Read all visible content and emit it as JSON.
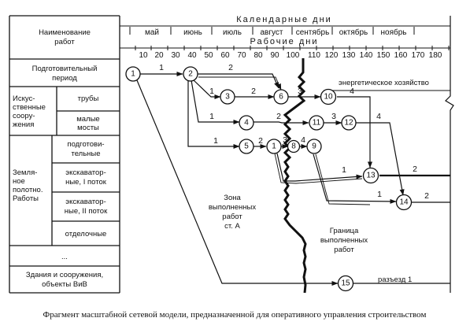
{
  "header": {
    "left_title": "Наименование работ",
    "calendar_title": "Календарные дни",
    "work_title": "Рабочие дни",
    "months": [
      "май",
      "июнь",
      "июль",
      "август",
      "сентябрь",
      "октябрь",
      "ноябрь"
    ],
    "work_ticks": [
      "10",
      "20",
      "30",
      "40",
      "50",
      "60",
      "70",
      "80",
      "90",
      "100",
      "110",
      "120",
      "130",
      "140",
      "150",
      "160",
      "170",
      "180"
    ]
  },
  "rows": {
    "prep": "Подготовительный период",
    "artificial": "Искус-ственные соору-жения",
    "pipes": "трубы",
    "bridges": "малые мосты",
    "earthwork": "Земля-ное полотно. Работы",
    "prep_work": "подготови-тельные",
    "exc1": "экскаватор-ные, I поток",
    "exc2": "экскаватор-ные, II поток",
    "finishing": "отделочные",
    "ellipsis": "...",
    "buildings": "Здания и сооружения, объекты ВиВ"
  },
  "nodes": [
    {
      "id": "n1",
      "label": "1"
    },
    {
      "id": "n2",
      "label": "2"
    },
    {
      "id": "n3",
      "label": "3"
    },
    {
      "id": "n4",
      "label": "4"
    },
    {
      "id": "n5",
      "label": "5"
    },
    {
      "id": "n6",
      "label": "6"
    },
    {
      "id": "n1b",
      "label": "1"
    },
    {
      "id": "n8",
      "label": "8"
    },
    {
      "id": "n9",
      "label": "9"
    },
    {
      "id": "n10",
      "label": "10"
    },
    {
      "id": "n11",
      "label": "11"
    },
    {
      "id": "n12",
      "label": "12"
    },
    {
      "id": "n13",
      "label": "13"
    },
    {
      "id": "n14",
      "label": "14"
    },
    {
      "id": "n15",
      "label": "15"
    }
  ],
  "durations": {
    "d1_2": "1",
    "d2_6": "2",
    "d2_3": "1",
    "d3_6": "2",
    "d2_4": "1",
    "d4_11": "2",
    "d2_5": "1",
    "d5_1": "2",
    "d6_10": "3",
    "d10_13": "4",
    "d11_12": "3",
    "d12_14": "4",
    "d1_8": "3",
    "d8_9": "4",
    "d_13a": "1",
    "d_13b": "2",
    "d_14a": "1",
    "d_14b": "2"
  },
  "annotations": {
    "energy": "энергетическое хозяйство",
    "zone": "Зона выполненных работ ст. А",
    "boundary": "Граница выполненных работ",
    "siding": "разъезд 1"
  },
  "caption": "Фрагмент масштабной сетевой модели, предназначенной для оперативного управления строительством"
}
